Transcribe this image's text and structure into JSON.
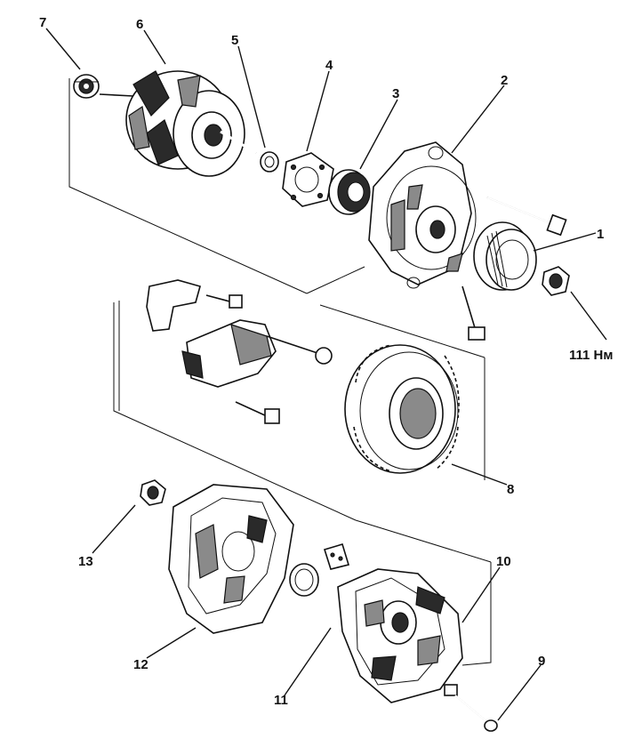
{
  "callouts": {
    "c1": "1",
    "c2": "2",
    "c3": "3",
    "c4": "4",
    "c5": "5",
    "c6": "6",
    "c7": "7",
    "c8": "8",
    "c9": "9",
    "c10": "10",
    "c11": "11",
    "c12": "12",
    "c13": "13",
    "torque": "111 Нм"
  },
  "colors": {
    "ink": "#111111",
    "shade": "#8a8a8a",
    "paper": "#ffffff"
  }
}
